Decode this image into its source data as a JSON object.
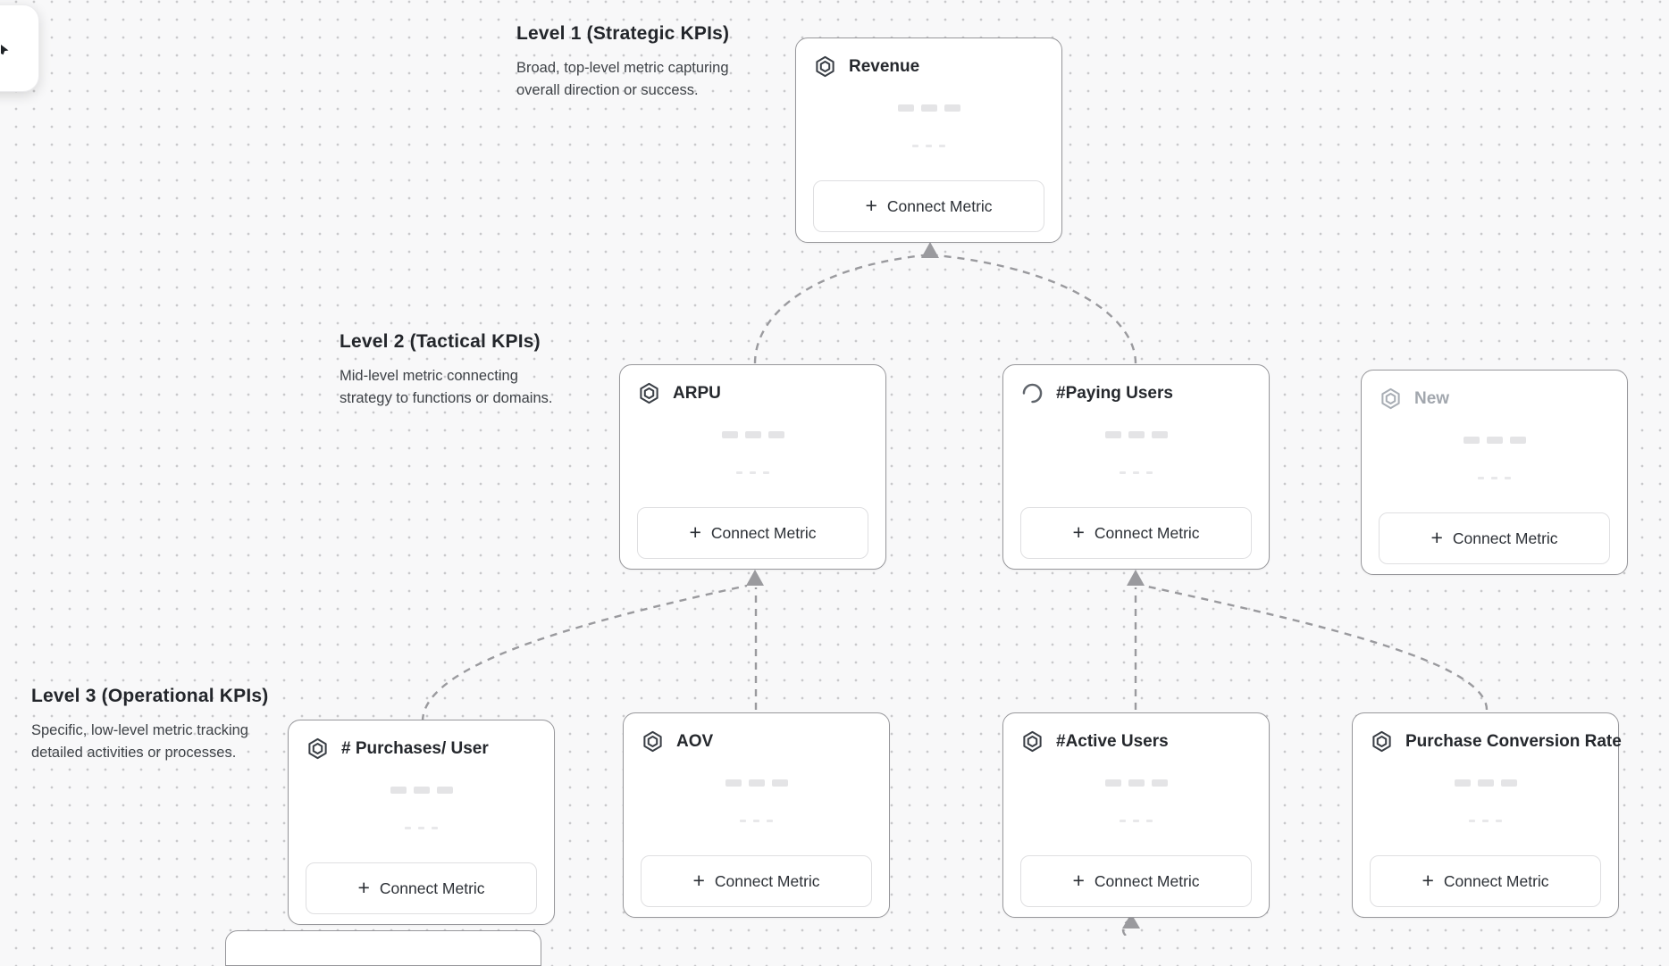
{
  "levels": [
    {
      "title": "Level 1 (Strategic KPIs)",
      "description": "Broad, top-level metric capturing overall direction or success."
    },
    {
      "title": "Level 2 (Tactical KPIs)",
      "description": "Mid-level metric connecting strategy to functions or domains."
    },
    {
      "title": "Level 3 (Operational KPIs)",
      "description": "Specific, low-level metric tracking detailed activities or processes."
    }
  ],
  "cards": [
    {
      "title": "Revenue",
      "level": 1,
      "icon": "metric-hexagon",
      "state": "default"
    },
    {
      "title": "ARPU",
      "level": 2,
      "icon": "metric-hexagon",
      "state": "default"
    },
    {
      "title": "#Paying Users",
      "level": 2,
      "icon": "loading-spinner",
      "state": "loading"
    },
    {
      "title": "New",
      "level": 2,
      "icon": "metric-hexagon",
      "state": "draft"
    },
    {
      "title": "# Purchases/ User",
      "level": 3,
      "icon": "metric-hexagon",
      "state": "default"
    },
    {
      "title": "AOV",
      "level": 3,
      "icon": "metric-hexagon",
      "state": "default"
    },
    {
      "title": "#Active Users",
      "level": 3,
      "icon": "metric-hexagon",
      "state": "default"
    },
    {
      "title": "Purchase Conversion Rate",
      "level": 3,
      "icon": "metric-hexagon",
      "state": "default"
    }
  ],
  "ui": {
    "connect_metric_label": "Connect Metric"
  },
  "colors": {
    "canvas_bg": "#f8f8f9",
    "grid_dot": "#c9c9cb",
    "card_border": "#97979b",
    "arrow": "#9a9a9e",
    "title_text": "#25282d",
    "muted_text": "#a2a7ae"
  }
}
